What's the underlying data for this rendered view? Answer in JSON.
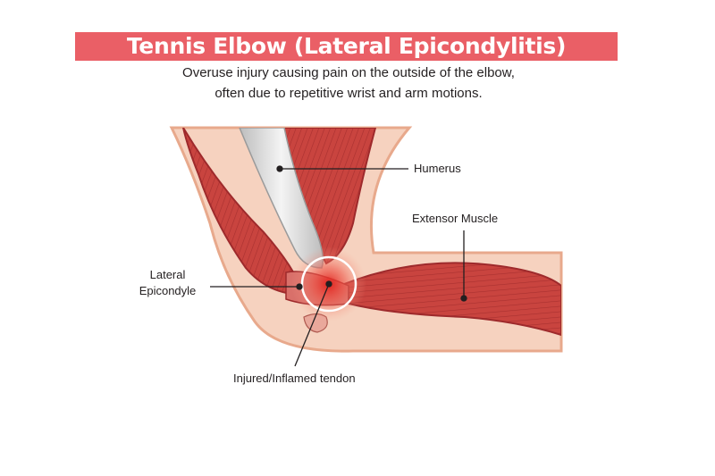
{
  "title": "Tennis Elbow (Lateral Epicondylitis)",
  "subtitle": {
    "line1": "Overuse injury causing pain on the outside of the elbow,",
    "line2": "often due to repetitive wrist and arm motions."
  },
  "labels": {
    "humerus": "Humerus",
    "extensor_muscle": "Extensor Muscle",
    "lateral_epicondyle_line1": "Lateral",
    "lateral_epicondyle_line2": "Epicondyle",
    "injured_tendon": "Injured/Inflamed tendon"
  },
  "colors": {
    "banner": "#ea5f66",
    "skin": "#f6d2bf",
    "skin_outline": "#e8a98c",
    "muscle": "#c9443f",
    "muscle_dark": "#9e2a2c",
    "bone": "#dcdcdc",
    "inflammation": "#e8312a"
  }
}
